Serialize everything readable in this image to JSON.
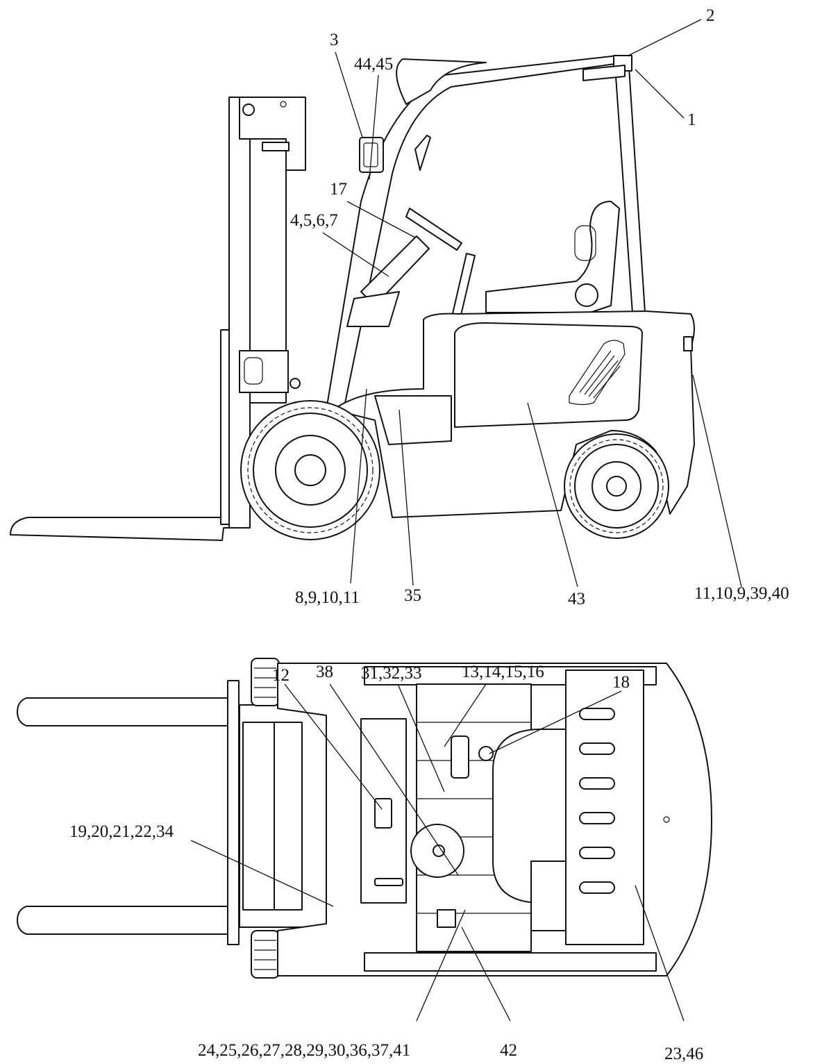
{
  "side_view": {
    "labels": {
      "l2": "2",
      "l1": "1",
      "l3": "3",
      "l44_45": "44,45",
      "l17": "17",
      "l4_7": "4,5,6,7",
      "l8_11": "8,9,10,11",
      "l35": "35",
      "l43": "43",
      "l11_40": "11,10,9,39,40"
    }
  },
  "top_view": {
    "labels": {
      "l12": "12",
      "l38": "38",
      "l31_33": "31,32,33",
      "l13_16": "13,14,15,16",
      "l18": "18",
      "l19_34": "19,20,21,22,34",
      "l24_41": "24,25,26,27,28,29,30,36,37,41",
      "l42": "42",
      "l23_46": "23,46"
    }
  }
}
